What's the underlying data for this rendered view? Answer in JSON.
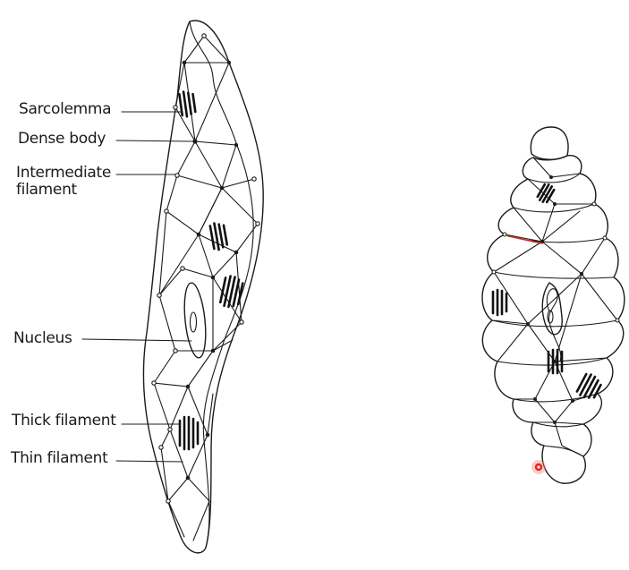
{
  "labels": {
    "sarcolemma": "Sarcolemma",
    "dense_body": "Dense body",
    "intermediate_filament_line1": "Intermediate",
    "intermediate_filament_line2": "filament",
    "nucleus": "Nucleus",
    "thick_filament": "Thick filament",
    "thin_filament": "Thin filament"
  },
  "colors": {
    "ink": "#1b1b1b",
    "contracted_highlight": "#d22a1e",
    "pointer": "#e8261c",
    "background": "#ffffff"
  }
}
